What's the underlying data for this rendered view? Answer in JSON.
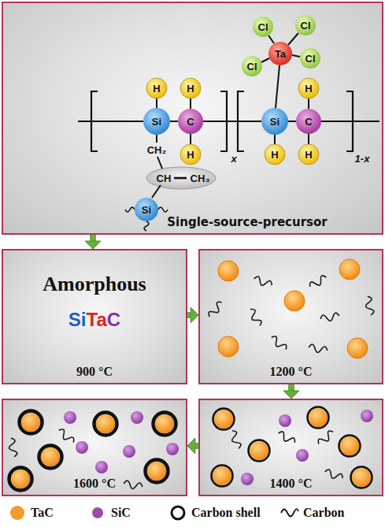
{
  "diagram": {
    "nodes": [
      {
        "text": [
          "Single-source-precursor"
        ]
      },
      {
        "text": [
          "Amorphous",
          "Si",
          "Ta",
          "C",
          "900 °C"
        ]
      },
      {
        "text": [
          "1200 °C"
        ]
      },
      {
        "text": [
          "1400 °C"
        ]
      },
      {
        "text": [
          "1600 °C"
        ]
      }
    ],
    "edges": [
      {
        "from": 0,
        "to": 1,
        "arrow": "to"
      },
      {
        "from": 1,
        "to": 2,
        "arrow": "to"
      },
      {
        "from": 2,
        "to": 3,
        "arrow": "to"
      },
      {
        "from": 3,
        "to": 4,
        "arrow": "to"
      }
    ],
    "labels": [
      "Cl",
      "Cl",
      "Ta",
      "Cl",
      "Cl",
      "H",
      "H",
      "H",
      "Si",
      "C",
      "Si",
      "C",
      "CH₂",
      "H",
      "H",
      "H",
      "x",
      "1-x",
      "CH",
      "CH₃",
      "Si"
    ],
    "legend": [
      {
        "text": "TaC",
        "color": "#f39a2b"
      },
      {
        "text": "SiC",
        "color": "#9b4ea8"
      },
      {
        "text": "Carbon shell"
      },
      {
        "text": "Carbon"
      }
    ]
  }
}
